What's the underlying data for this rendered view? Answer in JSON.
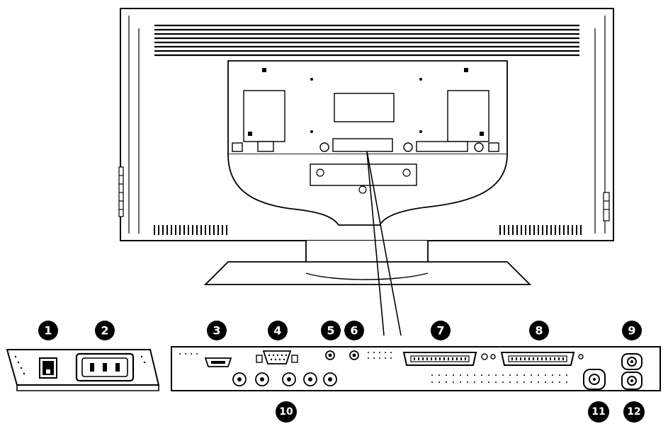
{
  "diagram": {
    "callouts": [
      {
        "id": 1,
        "label": "1"
      },
      {
        "id": 2,
        "label": "2"
      },
      {
        "id": 3,
        "label": "3"
      },
      {
        "id": 4,
        "label": "4"
      },
      {
        "id": 5,
        "label": "5"
      },
      {
        "id": 6,
        "label": "6"
      },
      {
        "id": 7,
        "label": "7"
      },
      {
        "id": 8,
        "label": "8"
      },
      {
        "id": 9,
        "label": "9"
      },
      {
        "id": 10,
        "label": "10"
      },
      {
        "id": 11,
        "label": "11"
      },
      {
        "id": 12,
        "label": "12"
      }
    ],
    "colors": {
      "line": "#000000",
      "fill": "#ffffff",
      "callout": "#000000"
    }
  }
}
